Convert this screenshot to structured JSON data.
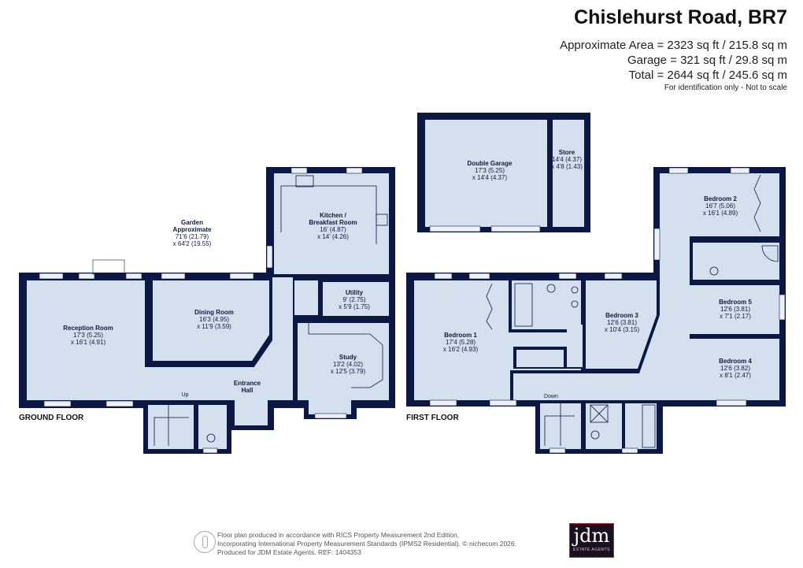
{
  "header": {
    "title": "Chislehurst Road, BR7",
    "approx_area": "Approximate Area = 2323 sq ft / 215.8 sq m",
    "garage_area": "Garage = 321 sq ft / 29.8 sq m",
    "total_area": "Total = 2644 sq ft / 245.6 sq m",
    "note": "For identification only - Not to scale"
  },
  "ground_floor": {
    "label": "GROUND FLOOR",
    "garden": {
      "name1": "Garden",
      "name2": "Approximate",
      "d1": "71'6 (21.79)",
      "d2": "x 64'2 (19.55)"
    },
    "reception": {
      "name": "Reception Room",
      "d1": "17'3 (5.25)",
      "d2": "x 16'1 (4.91)"
    },
    "dining": {
      "name": "Dining Room",
      "d1": "16'3 (4.95)",
      "d2": "x 11'9 (3.59)"
    },
    "kitchen": {
      "name1": "Kitchen /",
      "name2": "Breakfast Room",
      "d1": "16' (4.87)",
      "d2": "x 14' (4.26)"
    },
    "utility": {
      "name": "Utility",
      "d1": "9' (2.75)",
      "d2": "x 5'9 (1.75)"
    },
    "study": {
      "name": "Study",
      "d1": "13'2 (4.02)",
      "d2": "x 12'5 (3.79)"
    },
    "hall": {
      "name1": "Entrance",
      "name2": "Hall"
    },
    "stairs": "Up"
  },
  "garage": {
    "double_garage": {
      "name": "Double Garage",
      "d1": "17'3 (5.25)",
      "d2": "x 14'4 (4.37)"
    },
    "store": {
      "name": "Store",
      "d1": "14'4 (4.37)",
      "d2": "x 4'8 (1.43)"
    }
  },
  "first_floor": {
    "label": "FIRST FLOOR",
    "bedroom1": {
      "name": "Bedroom 1",
      "d1": "17'4 (5.28)",
      "d2": "x 16'2 (4.93)"
    },
    "bedroom2": {
      "name": "Bedroom 2",
      "d1": "16'7 (5.06)",
      "d2": "x 16'1 (4.89)"
    },
    "bedroom3": {
      "name": "Bedroom 3",
      "d1": "12'6 (3.81)",
      "d2": "x 10'4 (3.15)"
    },
    "bedroom4": {
      "name": "Bedroom 4",
      "d1": "12'6 (3.82)",
      "d2": "x 8'1 (2.47)"
    },
    "bedroom5": {
      "name": "Bedroom 5",
      "d1": "12'6 (3.81)",
      "d2": "x 7'1 (2.17)"
    },
    "stairs": "Down"
  },
  "footer": {
    "line1": "Floor plan produced in accordance with RICS Property Measurement 2nd Edition,",
    "line2": "Incorporating International Property Measurement Standards (IPMS2 Residential).   © nichecom 2026.",
    "line3": "Produced for JDM Estate Agents.   REF: 1404353",
    "logo_text": "jdm",
    "logo_sub": "ESTATE AGENTS"
  },
  "colors": {
    "wall": "#0b1846",
    "room": "#d5e0ee"
  }
}
